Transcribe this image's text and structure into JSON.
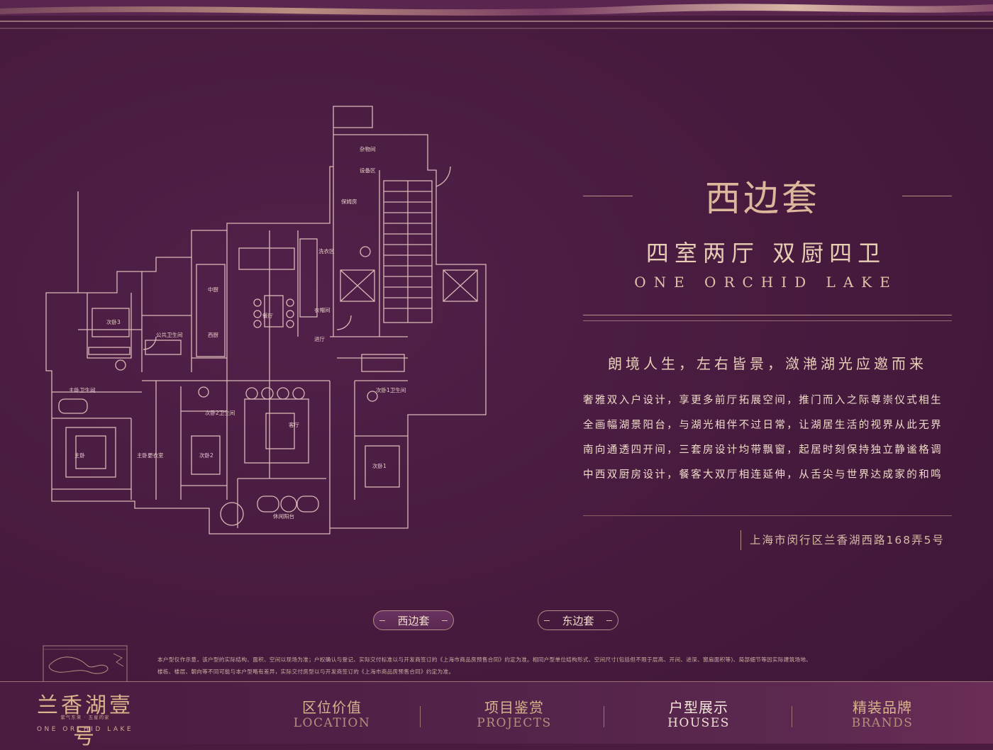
{
  "unit": {
    "title": "西边套",
    "layout": "四室两厅  双厨四卫",
    "brand_en": "ONE ORCHID LAKE",
    "tagline": "朗境人生，左右皆景，潋滟湖光应邀而来",
    "description": [
      "奢雅双入户设计，享更多前厅拓展空间，推门而入之际尊崇仪式相生",
      "全画幅湖景阳台，与湖光相伴不过日常，让湖居生活的视界从此无界",
      "南向通透四开间，三套房设计均带飘窗，起居时刻保持独立静谧格调",
      "中西双厨房设计，餐客大双厅相连延伸，从舌尖与世界达成家的和鸣"
    ],
    "address": "上海市闵行区兰香湖西路168弄5号"
  },
  "floorplan": {
    "rooms": {
      "storage": "杂物间",
      "equipment": "设备区",
      "nanny": "保姆房",
      "laundry": "洗衣区",
      "chinese_kitchen": "中厨",
      "dining": "餐厅",
      "cloakroom": "衣帽间",
      "western_kitchen": "西厨",
      "foyer": "进厅",
      "bedroom3": "次卧3",
      "public_bath": "公共卫生间",
      "master_bath": "主卧卫生间",
      "bedroom2_bath": "次卧2卫生间",
      "living": "客厅",
      "bedroom1_bath": "次卧1卫生间",
      "master_bedroom": "主卧",
      "master_closet": "主卧更衣室",
      "bedroom2": "次卧2",
      "bedroom1": "次卧1",
      "balcony": "休闲阳台"
    }
  },
  "toggle": {
    "west": "西边套",
    "east": "东边套"
  },
  "disclaimer": [
    "本户型仅作示意，该户型的实际结构、面积、空间以现场为准；户权确认与登记、实际交付标准以与开发商签订的《上海市商品房预售合同》约定为准。相同户型单位结构形式、空间尺寸(包括但不限于层高、开间、进深、窗扇面积等)、局部细节等因实际建筑场地、",
    "楼栋、楼层、朝向等不同可能与本户型略有差异，实际交付房型以与开发商签订的《上海市商品房预售合同》约定为准。"
  ],
  "logo": {
    "cn": "兰香湖壹号",
    "small": "紫气东来 · 五星的家",
    "en": "ONE ORCHID LAKE"
  },
  "nav": [
    {
      "cn": "区位价值",
      "en": "LOCATION"
    },
    {
      "cn": "项目鉴赏",
      "en": "PROJECTS"
    },
    {
      "cn": "户型展示",
      "en": "HOUSES"
    },
    {
      "cn": "精装品牌",
      "en": "BRANDS"
    }
  ],
  "colors": {
    "background": "#4a1a3f",
    "accent_gold": "#dcb79c",
    "line": "#b98f86"
  }
}
